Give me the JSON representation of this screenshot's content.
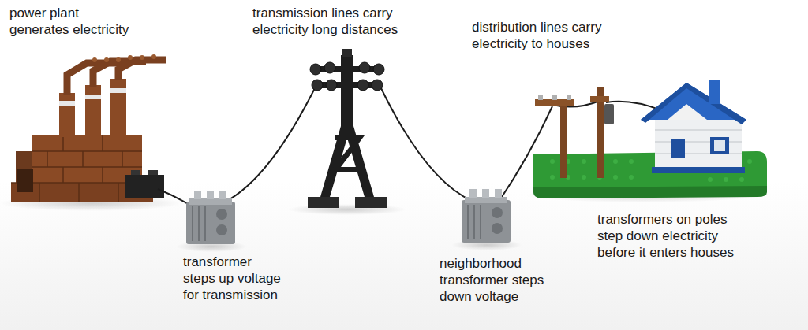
{
  "diagram": {
    "labels": [
      "power plant generates electricity",
      "transmission lines carry electricity long distances",
      "distribution lines carry electricity to houses",
      "transformer steps up voltage for transmission",
      "neighborhood transformer steps down voltage",
      "transformers on poles step down electricity before it enters houses"
    ]
  }
}
